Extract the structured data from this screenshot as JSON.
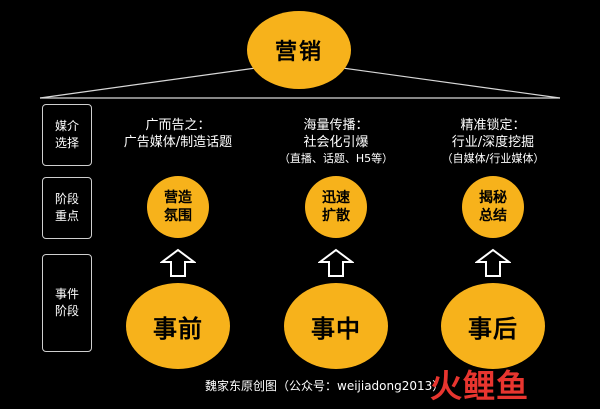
{
  "top": {
    "title": "营销"
  },
  "row_labels": {
    "media": [
      "媒介",
      "选择"
    ],
    "stage": [
      "阶段",
      "重点"
    ],
    "event": [
      "事件",
      "阶段"
    ]
  },
  "columns": [
    {
      "media_lines": [
        "广而告之：",
        "广告媒体/制造话题"
      ],
      "focus": [
        "营造",
        "氛围"
      ],
      "event": "事前"
    },
    {
      "media_lines": [
        "海量传播：",
        "社会化引爆",
        "（直播、话题、H5等）"
      ],
      "focus": [
        "迅速",
        "扩散"
      ],
      "event": "事中"
    },
    {
      "media_lines": [
        "精准锁定：",
        "行业/深度挖掘",
        "（自媒体/行业媒体）"
      ],
      "focus": [
        "揭秘",
        "总结"
      ],
      "event": "事后"
    }
  ],
  "footer": "魏家东原创图（公众号：weijiadong2013）",
  "watermark": "火鲤鱼",
  "colors": {
    "accent": "#F7B21B",
    "background": "#000000",
    "watermark": "#E8352F"
  },
  "icons": [
    "up-arrow-icon"
  ]
}
